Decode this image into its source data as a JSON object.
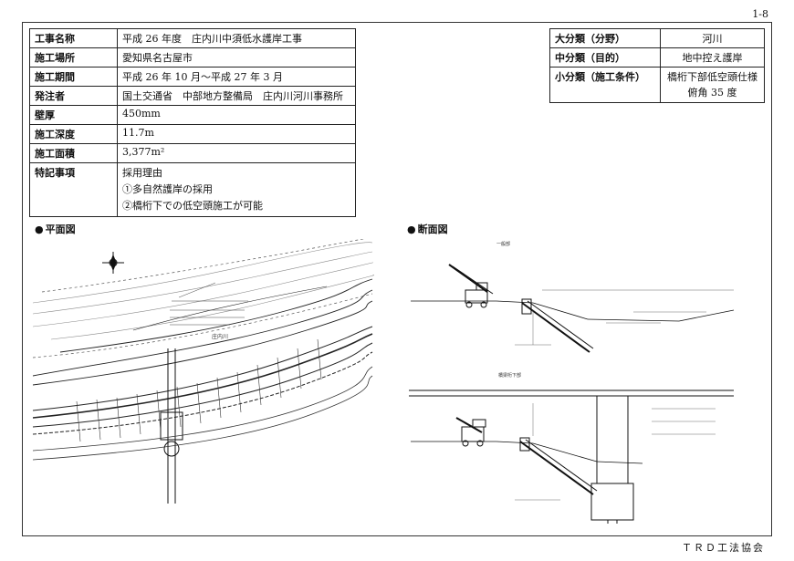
{
  "page_number": "1-8",
  "footer": "ＴＲＤ工法協会",
  "project": {
    "rows": [
      {
        "label": "工事名称",
        "value": "平成 26 年度　庄内川中須低水護岸工事"
      },
      {
        "label": "施工場所",
        "value": "愛知県名古屋市"
      },
      {
        "label": "施工期間",
        "value": "平成 26 年 10 月～平成 27 年 3 月"
      },
      {
        "label": "発注者",
        "value": "国土交通省　中部地方整備局　庄内川河川事務所"
      },
      {
        "label": "壁厚",
        "value": "450mm"
      },
      {
        "label": "施工深度",
        "value": "11.7m"
      },
      {
        "label": "施工面積",
        "value": "3,377m²"
      }
    ],
    "notes_label": "特記事項",
    "notes": [
      "採用理由",
      "①多自然護岸の採用",
      "②橋桁下での低空頭施工が可能"
    ]
  },
  "classification": {
    "rows": [
      {
        "label": "大分類（分野）",
        "value": "河川"
      },
      {
        "label": "中分類（目的）",
        "value": "地中控え護岸"
      },
      {
        "label": "小分類（施工条件）",
        "value": "橋桁下部低空頭仕様",
        "value2": "俯角 35 度"
      }
    ]
  },
  "plan_section": {
    "title": "平面図",
    "river_label": "庄内川"
  },
  "cross_section": {
    "title": "断面図",
    "top_label": "一般部",
    "bottom_label": "橋梁桁下部"
  }
}
